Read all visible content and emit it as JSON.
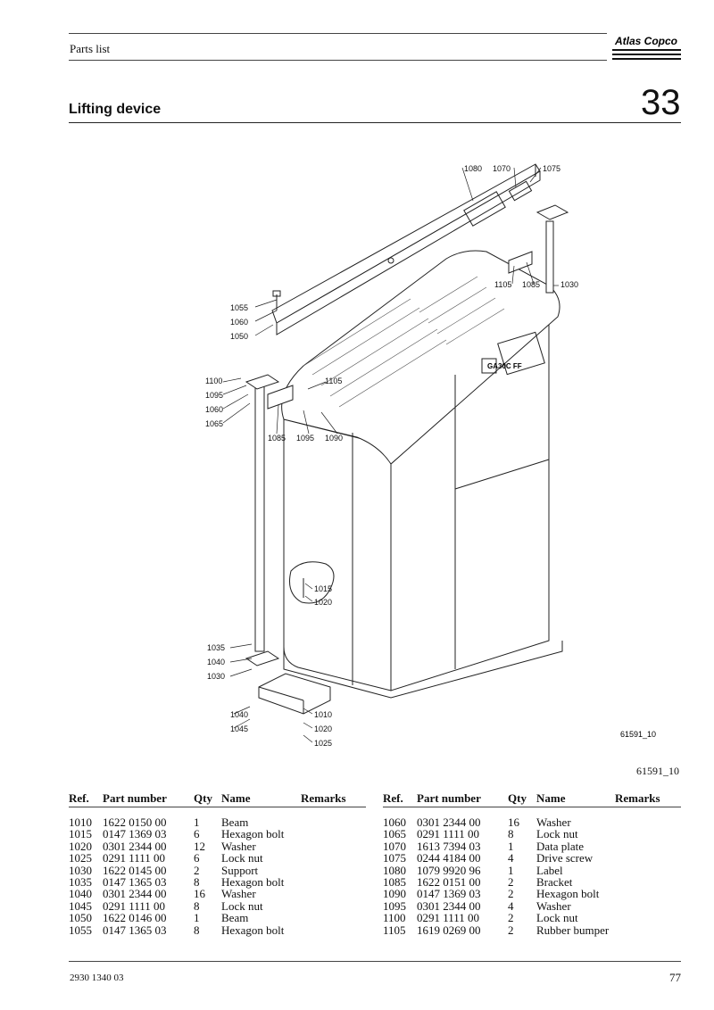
{
  "header": {
    "title": "Parts list",
    "brand": "Atlas Copco"
  },
  "section": {
    "title": "Lifting device",
    "number": "33"
  },
  "drawing": {
    "figure_id": "61591_10",
    "panel_model": "GA30C FF",
    "callouts": [
      "1080",
      "1070",
      "1075",
      "1105",
      "1085",
      "1030",
      "1055",
      "1060",
      "1050",
      "1100",
      "1105",
      "1095",
      "1060",
      "1065",
      "1085",
      "1095",
      "1090",
      "1015",
      "1020",
      "1035",
      "1040",
      "1030",
      "1040",
      "1010",
      "1045",
      "1020",
      "1025"
    ]
  },
  "figure_caption": "61591_10",
  "table": {
    "headers": {
      "ref": "Ref.",
      "part": "Part number",
      "qty": "Qty",
      "name": "Name",
      "remarks": "Remarks"
    },
    "left": [
      {
        "ref": "1010",
        "part": "1622 0150 00",
        "qty": "1",
        "name": "Beam"
      },
      {
        "ref": "1015",
        "part": "0147 1369 03",
        "qty": "6",
        "name": "Hexagon bolt"
      },
      {
        "ref": "1020",
        "part": "0301 2344 00",
        "qty": "12",
        "name": "Washer"
      },
      {
        "ref": "1025",
        "part": "0291 1111 00",
        "qty": "6",
        "name": "Lock nut"
      },
      {
        "ref": "1030",
        "part": "1622 0145 00",
        "qty": "2",
        "name": "Support"
      },
      {
        "ref": "1035",
        "part": "0147 1365 03",
        "qty": "8",
        "name": "Hexagon bolt"
      },
      {
        "ref": "1040",
        "part": "0301 2344 00",
        "qty": "16",
        "name": "Washer"
      },
      {
        "ref": "1045",
        "part": "0291 1111 00",
        "qty": "8",
        "name": "Lock nut"
      },
      {
        "ref": "1050",
        "part": "1622 0146 00",
        "qty": "1",
        "name": "Beam"
      },
      {
        "ref": "1055",
        "part": "0147 1365 03",
        "qty": "8",
        "name": "Hexagon bolt"
      }
    ],
    "right": [
      {
        "ref": "1060",
        "part": "0301 2344 00",
        "qty": "16",
        "name": "Washer"
      },
      {
        "ref": "1065",
        "part": "0291 1111 00",
        "qty": "8",
        "name": "Lock nut"
      },
      {
        "ref": "1070",
        "part": "1613 7394 03",
        "qty": "1",
        "name": "Data plate"
      },
      {
        "ref": "1075",
        "part": "0244 4184 00",
        "qty": "4",
        "name": "Drive screw"
      },
      {
        "ref": "1080",
        "part": "1079 9920 96",
        "qty": "1",
        "name": "Label"
      },
      {
        "ref": "1085",
        "part": "1622 0151 00",
        "qty": "2",
        "name": "Bracket"
      },
      {
        "ref": "1090",
        "part": "0147 1369 03",
        "qty": "2",
        "name": "Hexagon bolt"
      },
      {
        "ref": "1095",
        "part": "0301 2344 00",
        "qty": "4",
        "name": "Washer"
      },
      {
        "ref": "1100",
        "part": "0291 1111 00",
        "qty": "2",
        "name": "Lock nut"
      },
      {
        "ref": "1105",
        "part": "1619 0269 00",
        "qty": "2",
        "name": "Rubber bumper"
      }
    ]
  },
  "footer": {
    "doc_number": "2930 1340 03",
    "page": "77"
  }
}
